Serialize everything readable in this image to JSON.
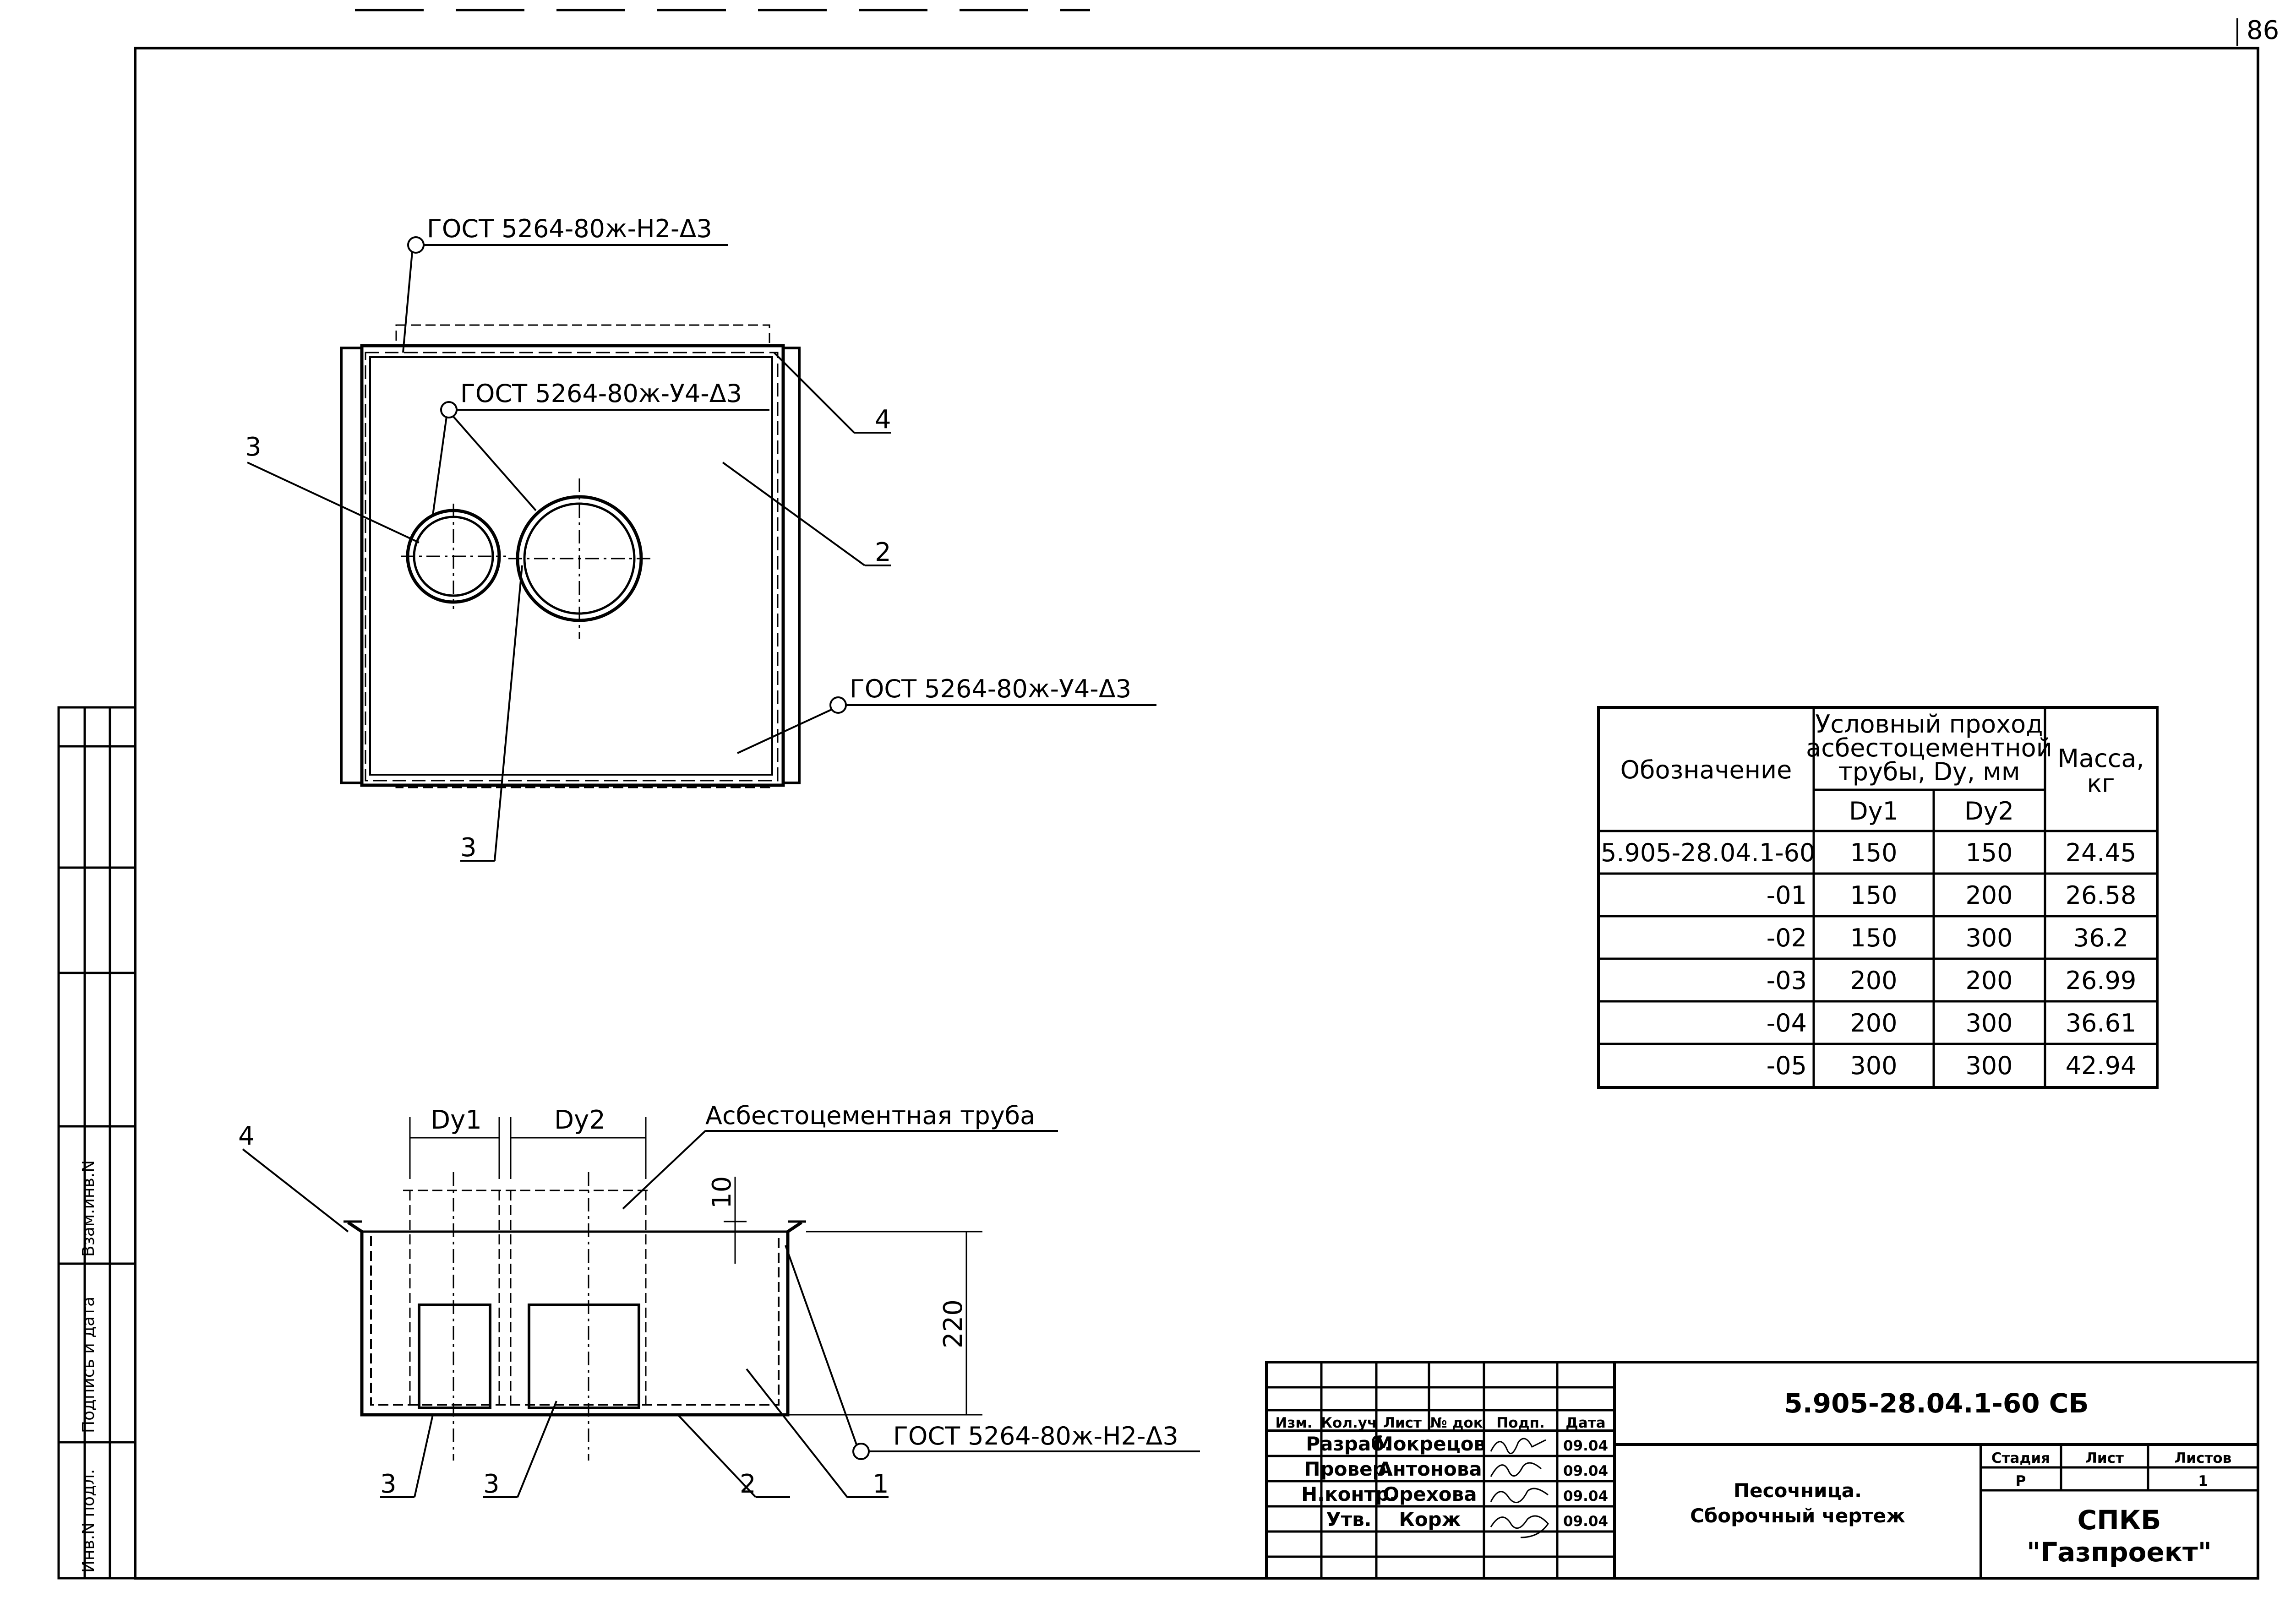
{
  "sheet_number": "86",
  "welds": {
    "top": "ГОСТ 5264-80ж-Н2-Δ3",
    "middle": "ГОСТ 5264-80ж-У4-Δ3",
    "right": "ГОСТ 5264-80ж-У4-Δ3",
    "bottom": "ГОСТ 5264-80ж-Н2-Δ3"
  },
  "plan_callouts": {
    "c2": "2",
    "c3a": "3",
    "c3b": "3",
    "c4": "4"
  },
  "section": {
    "pipe_label": "Асбестоцементная труба",
    "dy1": "Dу1",
    "dy2": "Dу2",
    "dim_10": "10",
    "dim_220": "220",
    "c1": "1",
    "c2": "2",
    "c3a": "3",
    "c3b": "3",
    "c4": "4"
  },
  "table": {
    "header_designation": "Обозначение",
    "header_pipe_1": "Условный проход",
    "header_pipe_2": "асбестоцементной",
    "header_pipe_3": "трубы, Dу, мм",
    "header_mass_1": "Масса,",
    "header_mass_2": "кг",
    "sub_dy1": "Dу1",
    "sub_dy2": "Dу2",
    "rows": [
      {
        "designation": "5.905-28.04.1-60",
        "dy1": "150",
        "dy2": "150",
        "mass": "24.45"
      },
      {
        "designation": "-01",
        "dy1": "150",
        "dy2": "200",
        "mass": "26.58"
      },
      {
        "designation": "-02",
        "dy1": "150",
        "dy2": "300",
        "mass": "36.2"
      },
      {
        "designation": "-03",
        "dy1": "200",
        "dy2": "200",
        "mass": "26.99"
      },
      {
        "designation": "-04",
        "dy1": "200",
        "dy2": "300",
        "mass": "36.61"
      },
      {
        "designation": "-05",
        "dy1": "300",
        "dy2": "300",
        "mass": "42.94"
      }
    ]
  },
  "title_block": {
    "doc_code": "5.905-28.04.1-60 СБ",
    "h_izm": "Изм.",
    "h_kolch": "Кол.уч",
    "h_list": "Лист",
    "h_ndok": "№ док",
    "h_podp": "Подп.",
    "h_data": "Дата",
    "roles": [
      {
        "role": "Разраб.",
        "name": "Мокрецов",
        "date": "09.04"
      },
      {
        "role": "Провер.",
        "name": "Антонова",
        "date": "09.04"
      },
      {
        "role": "Н.контр.",
        "name": "Орехова",
        "date": "09.04"
      },
      {
        "role": "Утв.",
        "name": "Корж",
        "date": "09.04"
      }
    ],
    "title_1": "Песочница.",
    "title_2": "Сборочный чертеж",
    "h_stadiya": "Стадия",
    "h_list2": "Лист",
    "h_listov": "Листов",
    "stadiya": "Р",
    "listov": "1",
    "org_1": "СПКБ",
    "org_2": "\"Газпроект\""
  },
  "side_stamp": {
    "inv_podl": "Инв.N подл.",
    "podpis": "Подпись и дата",
    "vzam": "Взам.инв.N"
  }
}
